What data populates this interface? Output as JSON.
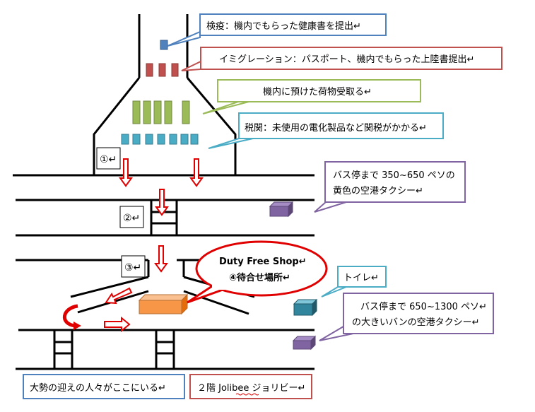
{
  "callouts": {
    "quarantine": "検疫：機内でもらった健康書を提出↵",
    "immigration": "イミグレーション：パスポート、機内でもらった上陸書提出↵",
    "baggage": "機内に預けた荷物受取る↵",
    "customs": "税関：未使用の電化製品など関税がかかる↵",
    "bus_top_line1": "バス停まで 350~650 ペソの",
    "bus_top_line2": "黄色の空港タクシー↵",
    "toilet": "トイレ↵",
    "bus_bottom_line1": "バス停まで 650~1300 ペソ↵",
    "bus_bottom_line2": "の大きいバンの空港タクシー↵",
    "meeting": "大勢の迎えの人々がここにいる↵",
    "jollibee": "２階 Jolibee ジョリビー↵"
  },
  "markers": {
    "one": "①↵",
    "two": "②↵",
    "three": "③↵"
  },
  "duty_free": {
    "line1": "Duty Free Shop↵",
    "line2": "④待合せ場所↵"
  },
  "colors": {
    "quarantine": "#4f81bd",
    "immigration": "#c0504d",
    "baggage": "#9bbb59",
    "customs": "#4bacc6",
    "purple": "#8064a2",
    "arrow": "#e00000",
    "shop": "#f79646",
    "toilet_box": "#31859c"
  }
}
